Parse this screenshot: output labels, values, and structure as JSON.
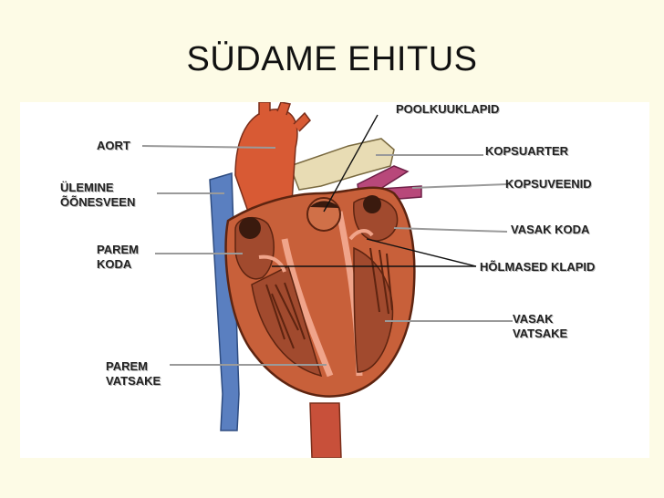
{
  "title": "SÜDAME EHITUS",
  "labels": {
    "poolkuuklapid": "POOLKUUKLAPID",
    "aort": "AORT",
    "kopsuarter": "KOPSUARTER",
    "ylemine_oonesveen": "ÜLEMINE\nÕÕNESVEEN",
    "kopsuveenid": "KOPSUVEENID",
    "vasak_koda": "VASAK KODA",
    "parem_koda": "PAREM\nKODA",
    "holmased_klapid": "HÕLMASED KLAPID",
    "vasak_vatsake": "VASAK\nVATSAKE",
    "parem_vatsake": "PAREM\nVATSAKE"
  },
  "colors": {
    "heart_wall": "#c8603a",
    "heart_dark": "#8a3a22",
    "chamber": "#a14a2e",
    "septum": "#f0a48a",
    "vena_cava": "#5a7fc0",
    "pulmonary_artery": "#e8dcb4",
    "pulmonary_veins": "#b8487a",
    "aorta": "#d85a34"
  }
}
